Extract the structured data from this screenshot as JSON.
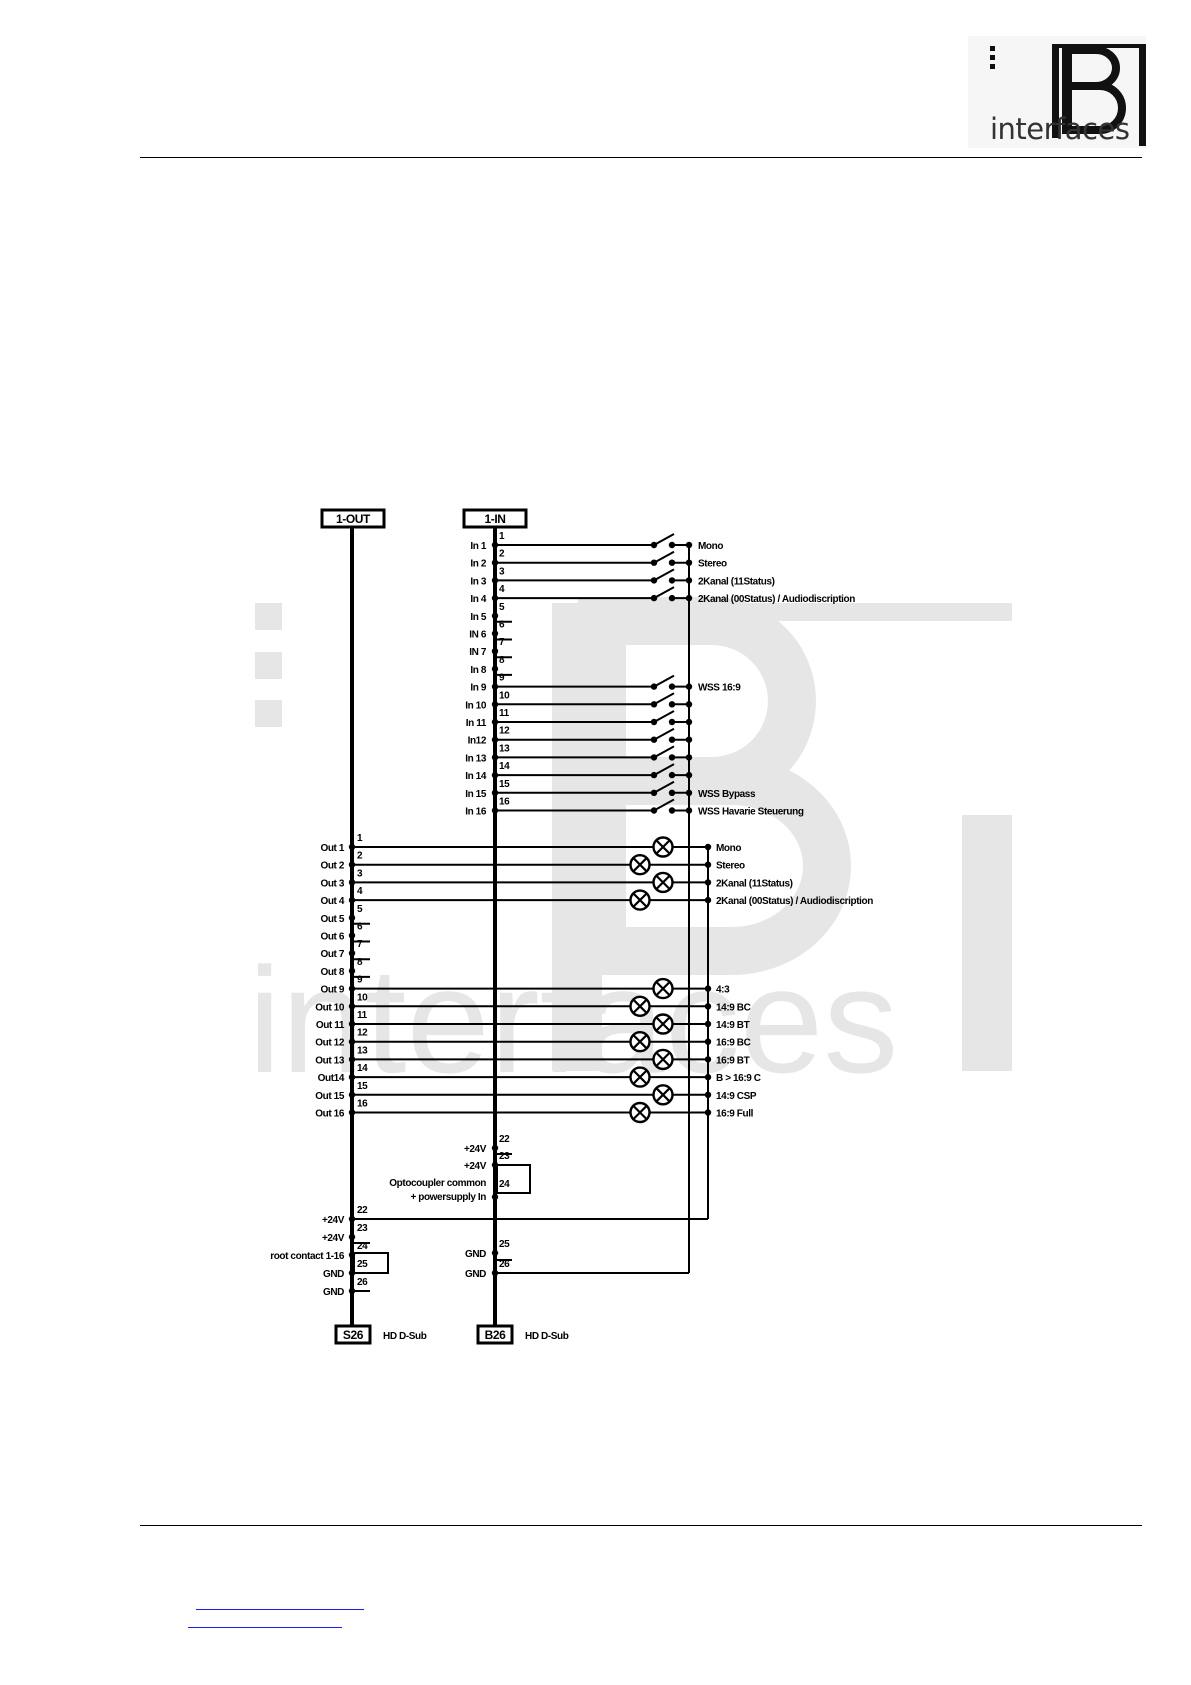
{
  "logo": {
    "text": "interfaces"
  },
  "colors": {
    "line": "#000000",
    "watermark": "#e6e6e6",
    "link": "#1a1aff"
  },
  "connectors": {
    "out_header": "1-OUT",
    "in_header": "1-IN",
    "out_footer": "S26",
    "out_footer_desc": "HD D-Sub",
    "in_footer": "B26",
    "in_footer_desc": "HD D-Sub"
  },
  "inputs": [
    {
      "label": "In 1",
      "pin": "1",
      "func": "Mono",
      "switch": true
    },
    {
      "label": "In 2",
      "pin": "2",
      "func": "Stereo",
      "switch": true
    },
    {
      "label": "In 3",
      "pin": "3",
      "func": "2Kanal (11Status)",
      "switch": true
    },
    {
      "label": "In 4",
      "pin": "4",
      "func": "2Kanal (00Status) / Audiodiscription",
      "switch": true
    },
    {
      "label": "In 5",
      "pin": "5",
      "func": "",
      "switch": false
    },
    {
      "label": "IN 6",
      "pin": "6",
      "func": "",
      "switch": false
    },
    {
      "label": "IN 7",
      "pin": "7",
      "func": "",
      "switch": false
    },
    {
      "label": "In 8",
      "pin": "8",
      "func": "",
      "switch": false
    },
    {
      "label": "In 9",
      "pin": "9",
      "func": "WSS 16:9",
      "switch": true
    },
    {
      "label": "In 10",
      "pin": "10",
      "func": "",
      "switch": true
    },
    {
      "label": "In 11",
      "pin": "11",
      "func": "",
      "switch": true
    },
    {
      "label": "In12",
      "pin": "12",
      "func": "",
      "switch": true
    },
    {
      "label": "In 13",
      "pin": "13",
      "func": "",
      "switch": true
    },
    {
      "label": "In 14",
      "pin": "14",
      "func": "",
      "switch": true
    },
    {
      "label": "In 15",
      "pin": "15",
      "func": "WSS Bypass",
      "switch": true
    },
    {
      "label": "In 16",
      "pin": "16",
      "func": "WSS Havarie Steuerung",
      "switch": true
    }
  ],
  "outputs": [
    {
      "label": "Out 1",
      "pin": "1",
      "func": "Mono",
      "lamp": true
    },
    {
      "label": "Out 2",
      "pin": "2",
      "func": "Stereo",
      "lamp": true
    },
    {
      "label": "Out 3",
      "pin": "3",
      "func": "2Kanal (11Status)",
      "lamp": true
    },
    {
      "label": "Out 4",
      "pin": "4",
      "func": "2Kanal (00Status) / Audiodiscription",
      "lamp": true
    },
    {
      "label": "Out 5",
      "pin": "5",
      "func": "",
      "lamp": false
    },
    {
      "label": "Out 6",
      "pin": "6",
      "func": "",
      "lamp": false
    },
    {
      "label": "Out 7",
      "pin": "7",
      "func": "",
      "lamp": false
    },
    {
      "label": "Out 8",
      "pin": "8",
      "func": "",
      "lamp": false
    },
    {
      "label": "Out 9",
      "pin": "9",
      "func": "4:3",
      "lamp": true
    },
    {
      "label": "Out 10",
      "pin": "10",
      "func": "14:9 BC",
      "lamp": true
    },
    {
      "label": "Out 11",
      "pin": "11",
      "func": "14:9 BT",
      "lamp": true
    },
    {
      "label": "Out 12",
      "pin": "12",
      "func": "16:9 BC",
      "lamp": true
    },
    {
      "label": "Out 13",
      "pin": "13",
      "func": "16:9 BT",
      "lamp": true
    },
    {
      "label": "Out14",
      "pin": "14",
      "func": "B > 16:9 C",
      "lamp": true
    },
    {
      "label": "Out 15",
      "pin": "15",
      "func": "14:9 CSP",
      "lamp": true
    },
    {
      "label": "Out 16",
      "pin": "16",
      "func": "16:9 Full",
      "lamp": true
    }
  ],
  "in_power": [
    {
      "label": "+24V",
      "pin": "22"
    },
    {
      "label": "+24V",
      "pin": "23"
    },
    {
      "label": "Optocoupler common",
      "pin": "24"
    },
    {
      "label": "+ powersupply In",
      "pin": ""
    },
    {
      "label": "GND",
      "pin": "25"
    },
    {
      "label": "GND",
      "pin": "26"
    }
  ],
  "out_power": [
    {
      "label": "+24V",
      "pin": "22"
    },
    {
      "label": "+24V",
      "pin": "23"
    },
    {
      "label": "",
      "pin": "24"
    },
    {
      "label": "root contact 1-16",
      "pin": "25"
    },
    {
      "label": "GND",
      "pin": ""
    },
    {
      "label": "GND",
      "pin": "26"
    }
  ]
}
